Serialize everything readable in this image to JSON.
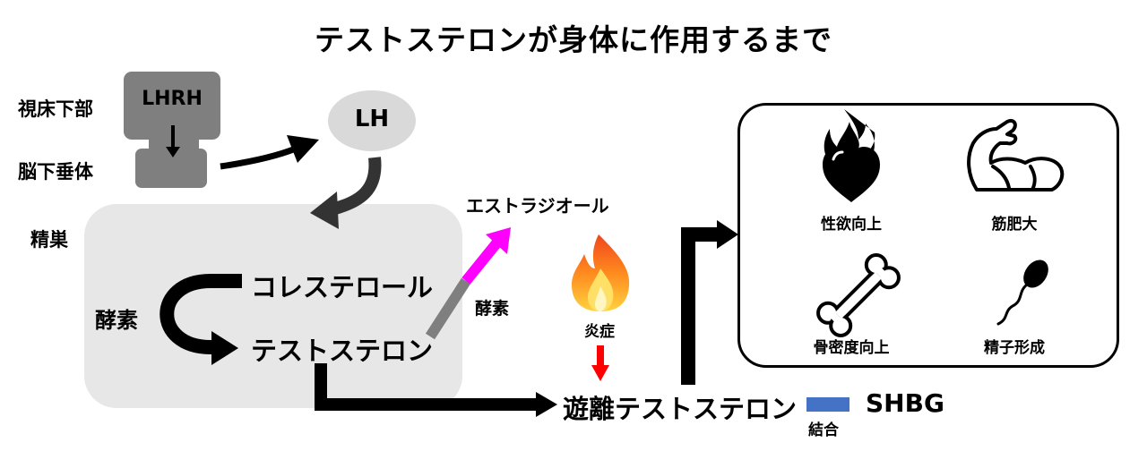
{
  "title": "テストステロンが身体に作用するまで",
  "labels": {
    "hypothalamus": "視床下部",
    "pituitary": "脳下垂体",
    "testis": "精巣",
    "lhrh": "LHRH",
    "lh": "LH",
    "estradiol": "エストラジオール",
    "enzyme_left": "酵素",
    "enzyme_right": "酵素",
    "cholesterol": "コレステロール",
    "testosterone": "テストステロン",
    "inflammation": "炎症",
    "free_testosterone": "遊離テストステロン",
    "shbg": "SHBG",
    "binding": "結合"
  },
  "effects": [
    {
      "label": "性欲向上",
      "icon": "flaming-heart-icon"
    },
    {
      "label": "筋肥大",
      "icon": "flexed-arm-icon"
    },
    {
      "label": "骨密度向上",
      "icon": "bone-icon"
    },
    {
      "label": "精子形成",
      "icon": "sperm-icon"
    }
  ],
  "colors": {
    "testis_bg": "#e7e7e7",
    "pituitary_gray": "#7f7f7f",
    "lh_gray": "#d9d9d9",
    "estradiol_arrow": "#ff00ff",
    "inflammation_arrow": "#ff0000",
    "shbg_bar": "#4472c4"
  }
}
